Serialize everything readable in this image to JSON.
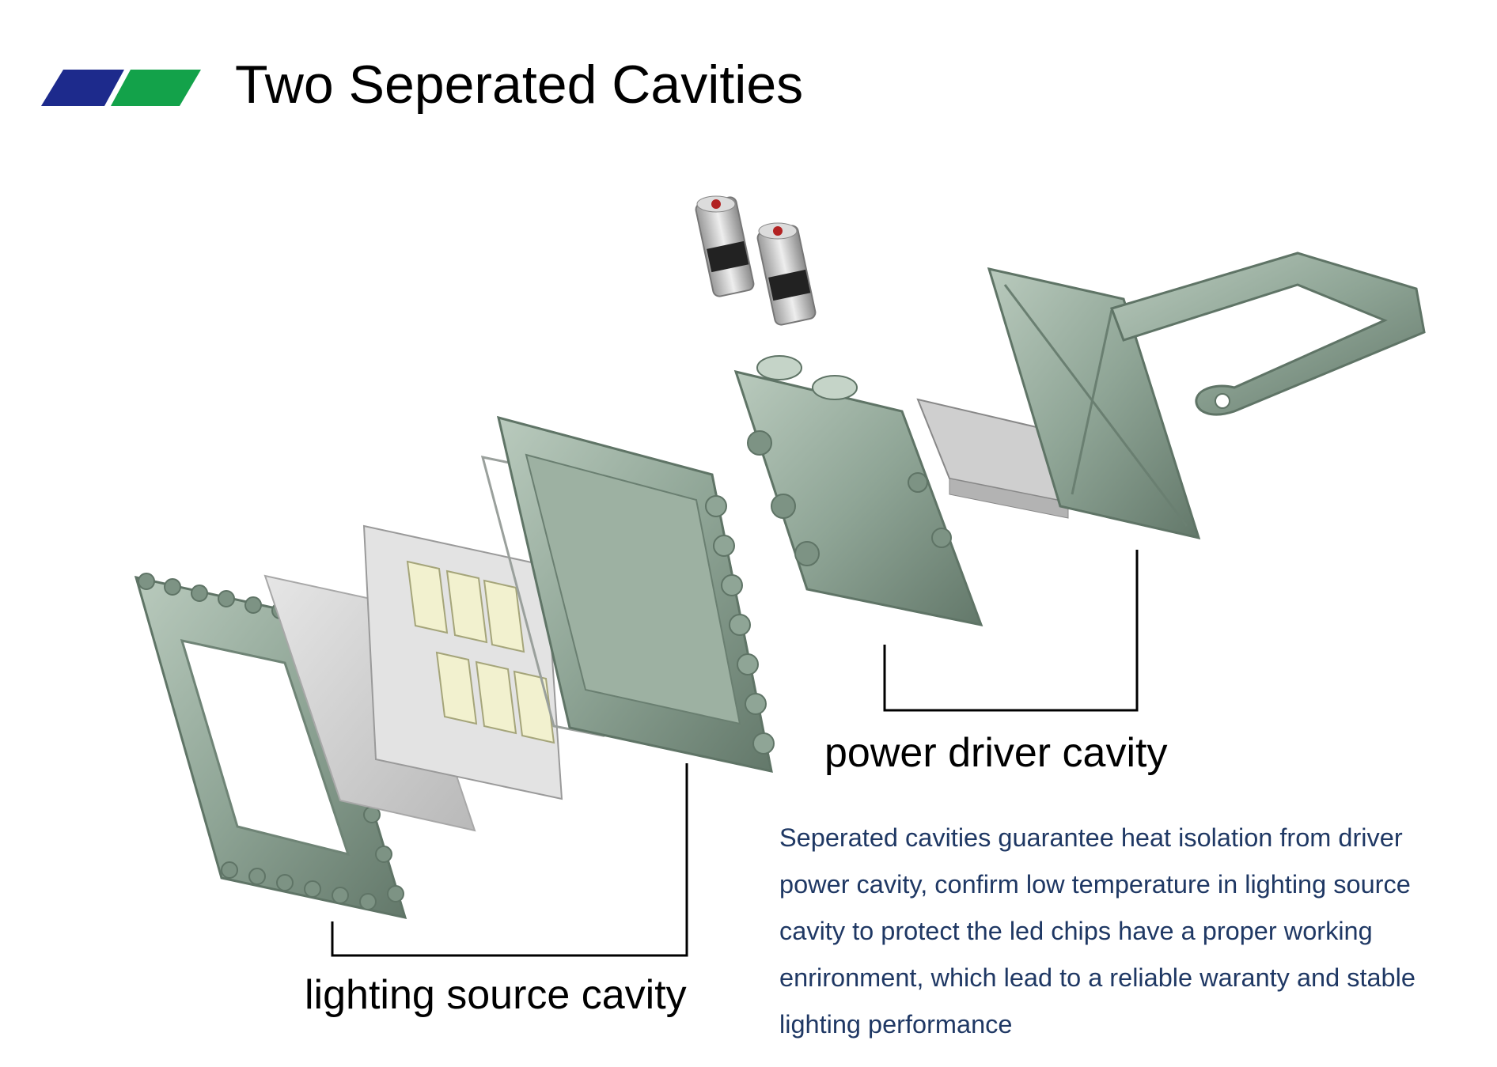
{
  "header": {
    "title": "Two Seperated Cavities",
    "logo_colors": {
      "blue": "#1d2a8c",
      "green": "#13a24a"
    }
  },
  "diagram": {
    "labels": {
      "power_driver": "power driver cavity",
      "lighting_source": "lighting source cavity"
    },
    "parts": [
      {
        "name": "front-frame"
      },
      {
        "name": "lens-glass"
      },
      {
        "name": "led-modules",
        "count": 6
      },
      {
        "name": "gasket"
      },
      {
        "name": "heatsink-body"
      },
      {
        "name": "driver-housing"
      },
      {
        "name": "cable-glands",
        "count": 2
      },
      {
        "name": "power-driver"
      },
      {
        "name": "back-cover"
      },
      {
        "name": "mounting-bracket"
      }
    ],
    "colors": {
      "metal": "#8fa596",
      "metal_dark": "#5f7466",
      "metal_light": "#b6c8bb",
      "glass": "#c9c9c9"
    }
  },
  "description": {
    "lines": [
      "Seperated cavities guarantee heat isolation from driver",
      "power cavity, confirm low temperature in lighting source",
      "cavity to protect the led chips have a proper working",
      "enrironment, which lead to a reliable waranty and stable",
      "lighting performance"
    ],
    "color": "#1f3864"
  }
}
